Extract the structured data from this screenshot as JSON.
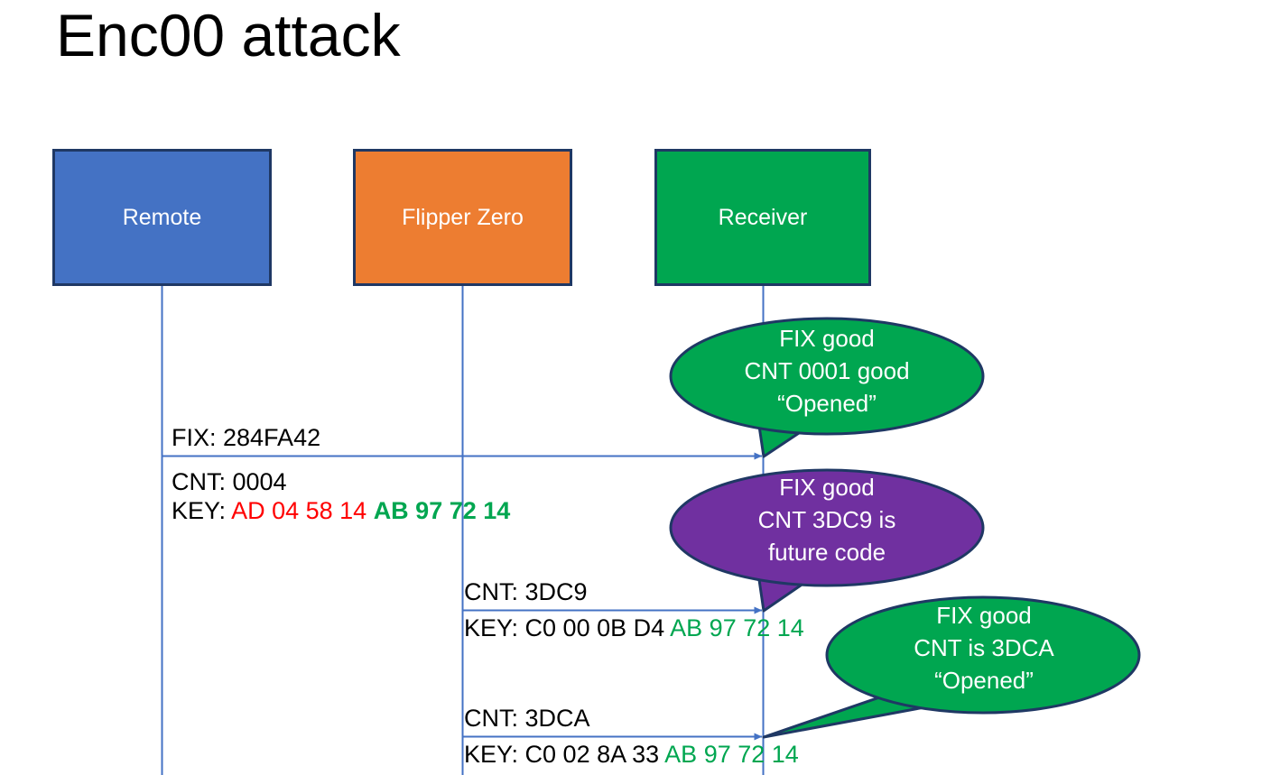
{
  "slide": {
    "title": "Enc00 attack",
    "background": "#FFFFFF"
  },
  "colors": {
    "remote_blue": "#4472C4",
    "flipper_orange": "#ED7D31",
    "receiver_green": "#00A650",
    "callout_purple": "#7030A0",
    "outline_navy": "#1F3864",
    "key_red": "#FF0000",
    "key_green": "#00A650",
    "lifeline_blue": "#4472C4",
    "text_black": "#000000"
  },
  "actors": [
    {
      "id": "remote",
      "label": "Remote",
      "fill": "#4472C4"
    },
    {
      "id": "flipper",
      "label": "Flipper Zero",
      "fill": "#ED7D31"
    },
    {
      "id": "receiver",
      "label": "Receiver",
      "fill": "#00A650"
    }
  ],
  "messages": [
    {
      "id": "m1",
      "from": "remote",
      "to": "receiver",
      "lines": [
        {
          "id": "fix",
          "text": "FIX: 284FA42"
        }
      ]
    },
    {
      "id": "m1b",
      "lines": [
        {
          "id": "cnt",
          "text": "CNT: 0004"
        }
      ]
    },
    {
      "id": "m1c",
      "key_prefix": "KEY: ",
      "key_part_red": "AD 04 58 14 ",
      "key_part_green": "AB 97 72 14"
    },
    {
      "id": "m2",
      "from": "flipper",
      "to": "receiver",
      "cnt": "CNT: 3DC9",
      "key_prefix": "KEY: C0 00 0B D4 ",
      "key_part_green": "AB 97 72 14"
    },
    {
      "id": "m3",
      "from": "flipper",
      "to": "receiver",
      "cnt": "CNT: 3DCA",
      "key_prefix": "KEY: C0 02 8A 33 ",
      "key_part_green": "AB 97 72 14"
    }
  ],
  "callouts": [
    {
      "id": "callout-1",
      "fill": "#00A650",
      "lines": [
        "FIX good",
        "CNT 0001 good",
        "“Opened”"
      ]
    },
    {
      "id": "callout-2",
      "fill": "#7030A0",
      "lines": [
        "FIX good",
        "CNT 3DC9 is",
        "future code"
      ]
    },
    {
      "id": "callout-3",
      "fill": "#00A650",
      "lines": [
        "FIX good",
        "CNT is 3DCA",
        "“Opened”"
      ]
    }
  ],
  "labels": {
    "fix_284fa42": "FIX: 284FA42",
    "cnt_0004": "CNT: 0004",
    "key1_prefix": "KEY: ",
    "key1_red": "AD 04 58 14 ",
    "key1_green": "AB 97 72 14",
    "cnt_3dc9": "CNT: 3DC9",
    "key2_prefix": "KEY: C0 00 0B D4 ",
    "key2_green": "AB 97 72 14",
    "cnt_3dca": "CNT: 3DCA",
    "key3_prefix": "KEY: C0 02 8A 33 ",
    "key3_green": "AB 97 72 14"
  },
  "callout_lines": {
    "c1_l1": "FIX good",
    "c1_l2": "CNT 0001 good",
    "c1_l3": "“Opened”",
    "c2_l1": "FIX good",
    "c2_l2": "CNT 3DC9 is",
    "c2_l3": "future code",
    "c3_l1": "FIX good",
    "c3_l2": "CNT is 3DCA",
    "c3_l3": "“Opened”"
  }
}
